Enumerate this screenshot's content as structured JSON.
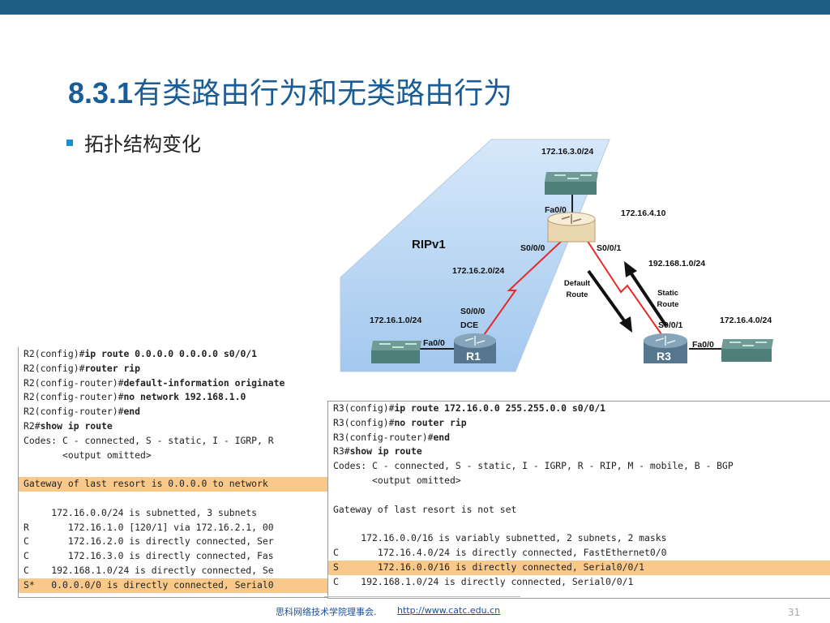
{
  "title": {
    "number": "8.3.1",
    "text": "有类路由行为和无类路由行为"
  },
  "bullet": "拓扑结构变化",
  "diagram": {
    "protocol_label": "RIPv1",
    "net_r2_lan": "172.16.3.0/24",
    "r2_fa00": "Fa0/0",
    "r2_ip": "172.16.4.10",
    "r2_s000": "S0/0/0",
    "r2_s001": "S0/0/1",
    "net_r1_r2": "172.16.2.0/24",
    "net_r2_r3": "192.168.1.0/24",
    "default_route": "Default\nRoute",
    "static_route": "Static\nRoute",
    "net_r1_lan": "172.16.1.0/24",
    "r1_s000": "S0/0/0",
    "r1_dce": "DCE",
    "r1_fa00": "Fa0/0",
    "r1_name": "R1",
    "r3_s001": "S0/0/1",
    "r3_fa00": "Fa0/0",
    "r3_name": "R3",
    "net_r3_lan": "172.16.4.0/24",
    "colors": {
      "ripv1_area": "#a9cdf0",
      "serial_link": "#e32b2b",
      "router": "#5d7f97",
      "r2_router": "#f1e2c2",
      "switch": "#4f7f7a"
    }
  },
  "cli_left": [
    {
      "prompt": "R2(config)#",
      "cmd": "ip route 0.0.0.0 0.0.0.0 s0/0/1",
      "hl": false
    },
    {
      "prompt": "R2(config)#",
      "cmd": "router rip",
      "hl": false
    },
    {
      "prompt": "R2(config-router)#",
      "cmd": "default-information originate",
      "hl": false
    },
    {
      "prompt": "R2(config-router)#",
      "cmd": "no network 192.168.1.0",
      "hl": false
    },
    {
      "prompt": "R2(config-router)#",
      "cmd": "end",
      "hl": false
    },
    {
      "prompt": "R2#",
      "cmd": "show ip route",
      "hl": false
    },
    {
      "prompt": "Codes: C - connected, S - static, I - IGRP, R",
      "cmd": "",
      "hl": false
    },
    {
      "prompt": "       <output omitted>",
      "cmd": "",
      "hl": false
    },
    {
      "prompt": "",
      "cmd": "",
      "hl": false
    },
    {
      "prompt": "Gateway of last resort is 0.0.0.0 to network",
      "cmd": "",
      "hl": true
    },
    {
      "prompt": "",
      "cmd": "",
      "hl": false
    },
    {
      "prompt": "     172.16.0.0/24 is subnetted, 3 subnets",
      "cmd": "",
      "hl": false
    },
    {
      "prompt": "R       172.16.1.0 [120/1] via 172.16.2.1, 00",
      "cmd": "",
      "hl": false
    },
    {
      "prompt": "C       172.16.2.0 is directly connected, Ser",
      "cmd": "",
      "hl": false
    },
    {
      "prompt": "C       172.16.3.0 is directly connected, Fas",
      "cmd": "",
      "hl": false
    },
    {
      "prompt": "C    192.168.1.0/24 is directly connected, Se",
      "cmd": "",
      "hl": false
    },
    {
      "prompt": "S*   0.0.0.0/0 is directly connected, Serial0",
      "cmd": "",
      "hl": true
    }
  ],
  "cli_right": [
    {
      "prompt": "R3(config)#",
      "cmd": "ip route 172.16.0.0 255.255.0.0 s0/0/1",
      "hl": false
    },
    {
      "prompt": "R3(config)#",
      "cmd": "no router rip",
      "hl": false
    },
    {
      "prompt": "R3(config-router)#",
      "cmd": "end",
      "hl": false
    },
    {
      "prompt": "R3#",
      "cmd": "show ip route",
      "hl": false
    },
    {
      "prompt": "Codes: C - connected, S - static, I - IGRP, R - RIP, M - mobile, B - BGP",
      "cmd": "",
      "hl": false
    },
    {
      "prompt": "       <output omitted>",
      "cmd": "",
      "hl": false
    },
    {
      "prompt": "",
      "cmd": "",
      "hl": false
    },
    {
      "prompt": "Gateway of last resort is not set",
      "cmd": "",
      "hl": false
    },
    {
      "prompt": "",
      "cmd": "",
      "hl": false
    },
    {
      "prompt": "     172.16.0.0/16 is variably subnetted, 2 subnets, 2 masks",
      "cmd": "",
      "hl": false
    },
    {
      "prompt": "C       172.16.4.0/24 is directly connected, FastEthernet0/0",
      "cmd": "",
      "hl": false
    },
    {
      "prompt": "S       172.16.0.0/16 is directly connected, Serial0/0/1",
      "cmd": "",
      "hl": true
    },
    {
      "prompt": "C    192.168.1.0/24 is directly connected, Serial0/0/1",
      "cmd": "",
      "hl": false
    }
  ],
  "footer": {
    "org": "思科网络技术学院理事会.",
    "url": "http://www.catc.edu.cn",
    "page": "31"
  }
}
